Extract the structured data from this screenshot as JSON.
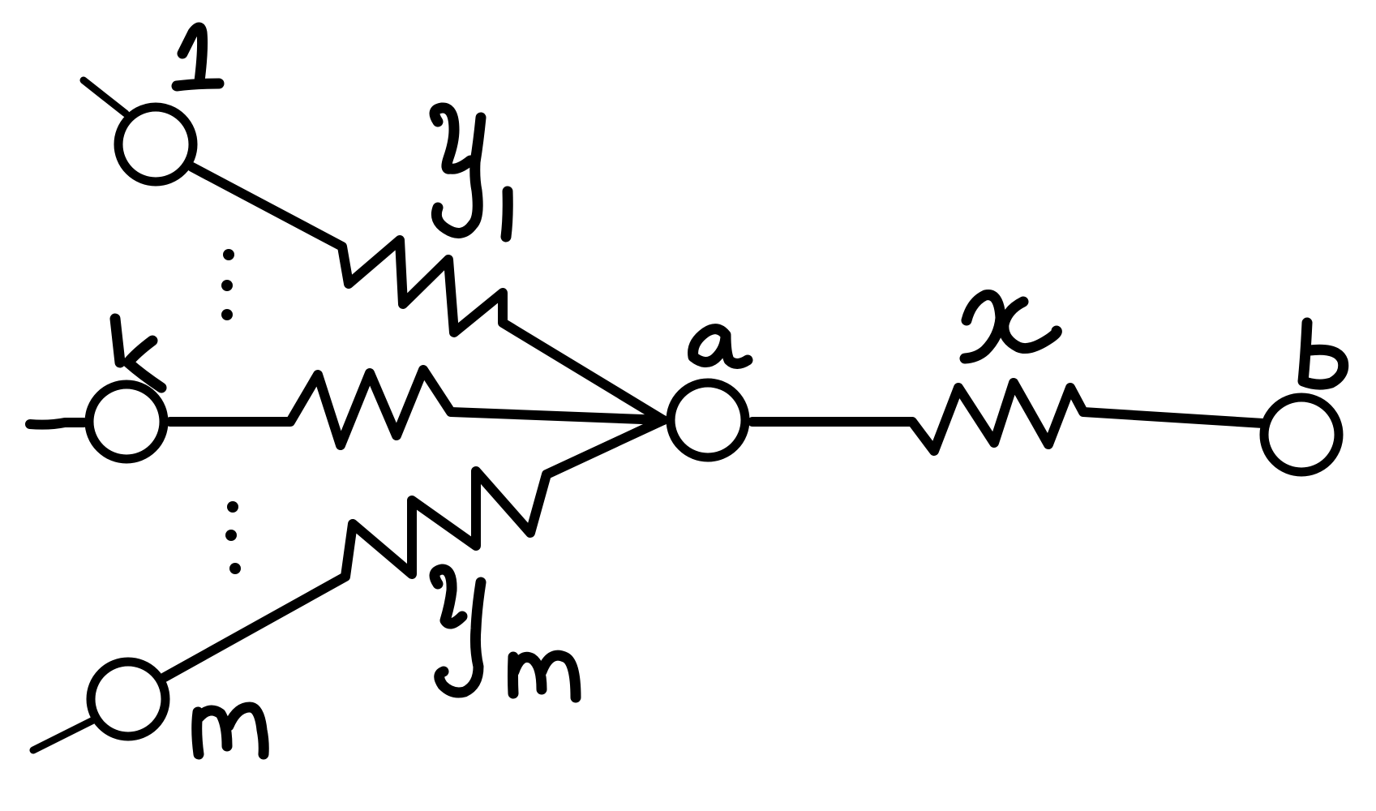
{
  "diagram": {
    "nodes": [
      {
        "id": "1",
        "label": "1"
      },
      {
        "id": "k",
        "label": "k"
      },
      {
        "id": "m",
        "label": "m"
      },
      {
        "id": "a",
        "label": "a"
      },
      {
        "id": "b",
        "label": "b"
      }
    ],
    "branches": [
      {
        "from": "1",
        "to": "a",
        "label": "y1",
        "element": "resistor"
      },
      {
        "from": "k",
        "to": "a",
        "label": "",
        "element": "resistor"
      },
      {
        "from": "m",
        "to": "a",
        "label": "ym",
        "element": "resistor"
      },
      {
        "from": "a",
        "to": "b",
        "label": "x",
        "element": "resistor"
      }
    ],
    "ellipsis_symbol": "⋮",
    "color": "#000000"
  }
}
